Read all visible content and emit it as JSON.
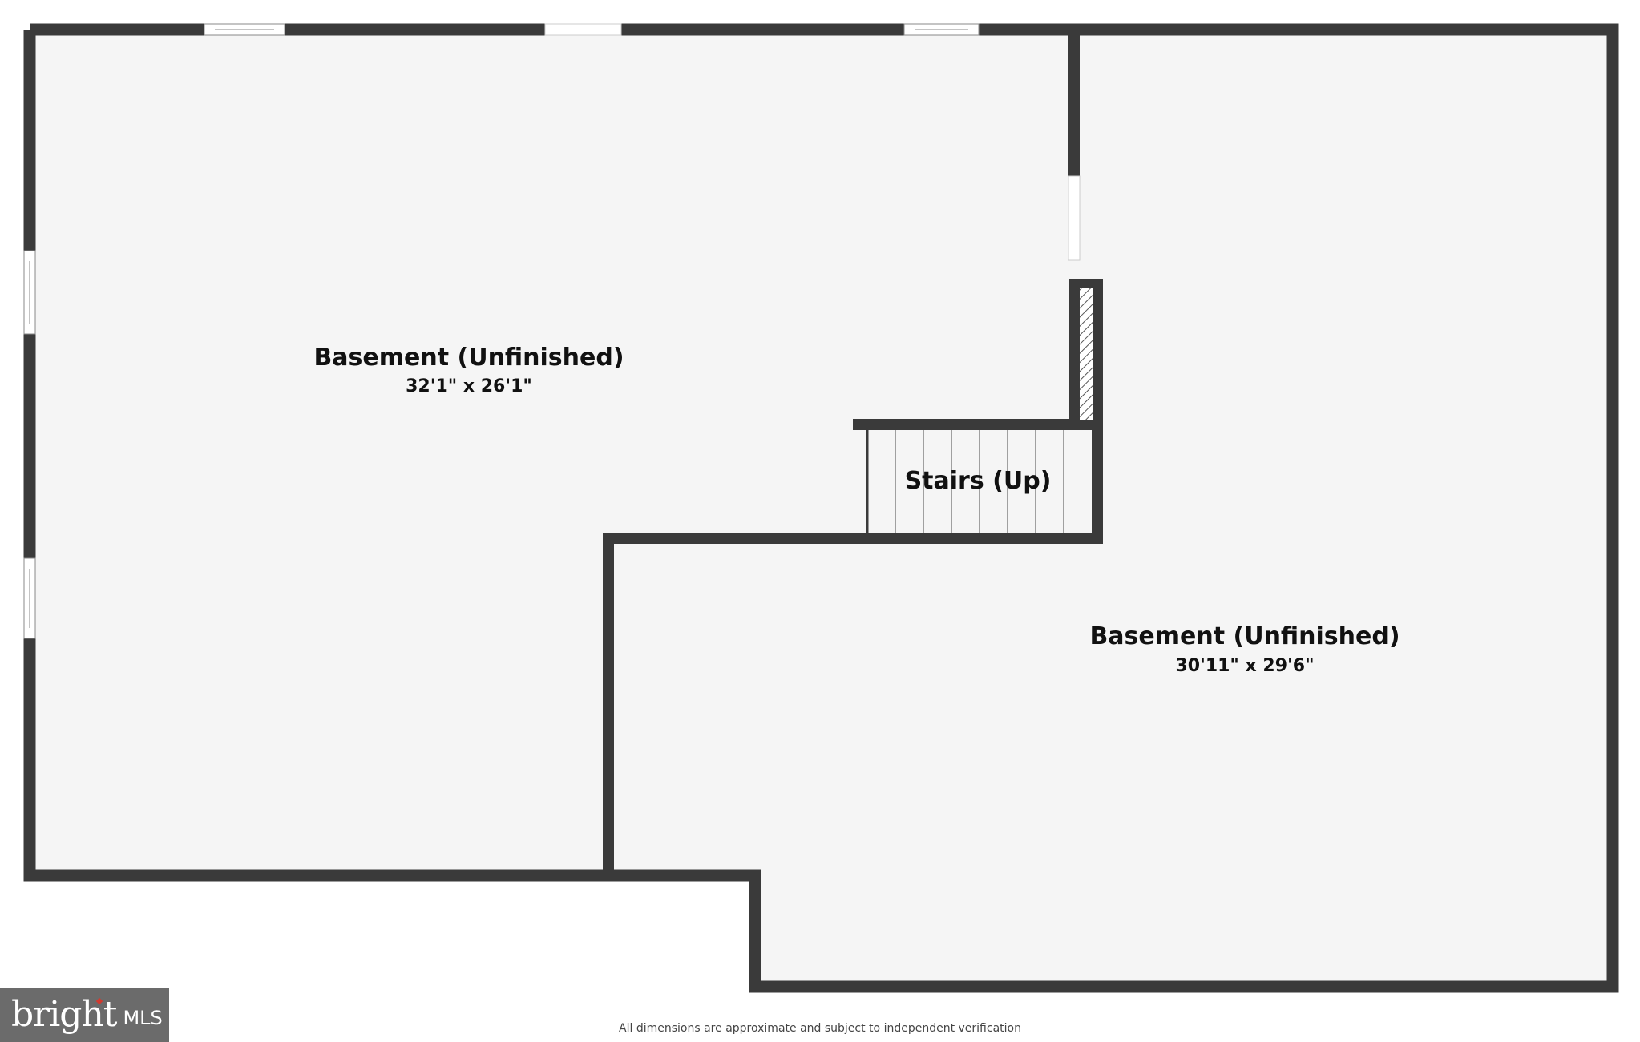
{
  "rooms": [
    {
      "name": "Basement (Unfinished)",
      "dimensions": "32'1\" x 26'1\""
    },
    {
      "name": "Basement (Unfinished)",
      "dimensions": "30'11\" x 29'6\""
    }
  ],
  "stairs": {
    "label": "Stairs (Up)"
  },
  "disclaimer": "All dimensions are approximate and subject to independent verification",
  "logo": {
    "word": "bright",
    "suffix": "MLS"
  },
  "colors": {
    "wall": "#3a3a3a",
    "floor": "#f5f5f5",
    "background": "#ffffff",
    "logo_bg": "#6b6b6b",
    "logo_accent": "#d23a2f"
  }
}
